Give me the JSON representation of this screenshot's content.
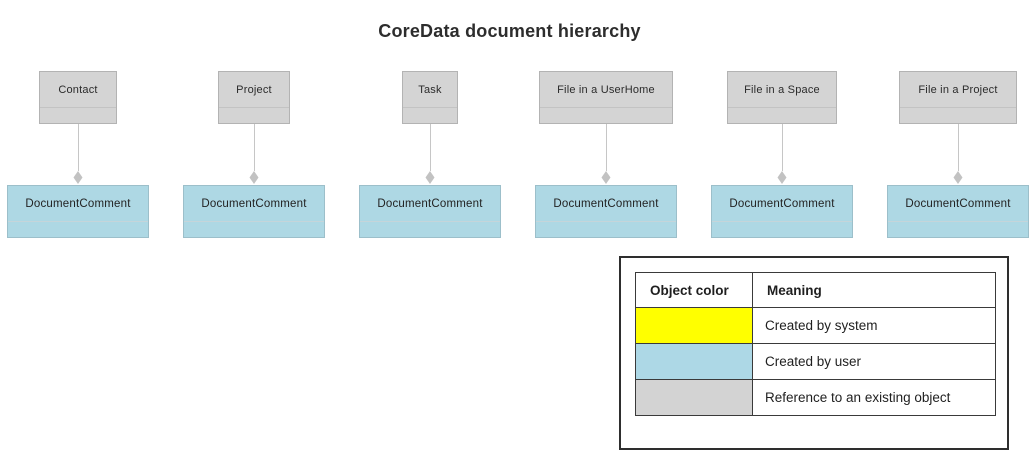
{
  "title": "CoreData document hierarchy",
  "diagram": {
    "columns": [
      {
        "entity": "Contact",
        "comment": "DocumentComment"
      },
      {
        "entity": "Project",
        "comment": "DocumentComment"
      },
      {
        "entity": "Task",
        "comment": "DocumentComment"
      },
      {
        "entity": "File in a UserHome",
        "comment": "DocumentComment"
      },
      {
        "entity": "File in a Space",
        "comment": "DocumentComment"
      },
      {
        "entity": "File in a Project",
        "comment": "DocumentComment"
      }
    ]
  },
  "legend": {
    "headers": [
      "Object color",
      "Meaning"
    ],
    "rows": [
      {
        "color": "#ffff00",
        "meaning": "Created by system"
      },
      {
        "color": "#add8e6",
        "meaning": "Created by user"
      },
      {
        "color": "#d3d3d3",
        "meaning": "Reference to an existing object"
      }
    ]
  },
  "colors": {
    "entity_fill": "#d4d4d4",
    "comment_fill": "#aed8e4",
    "connector": "#c6c6c6",
    "legend_yellow": "#ffff00",
    "legend_blue": "#add8e6",
    "legend_gray": "#d3d3d3"
  }
}
